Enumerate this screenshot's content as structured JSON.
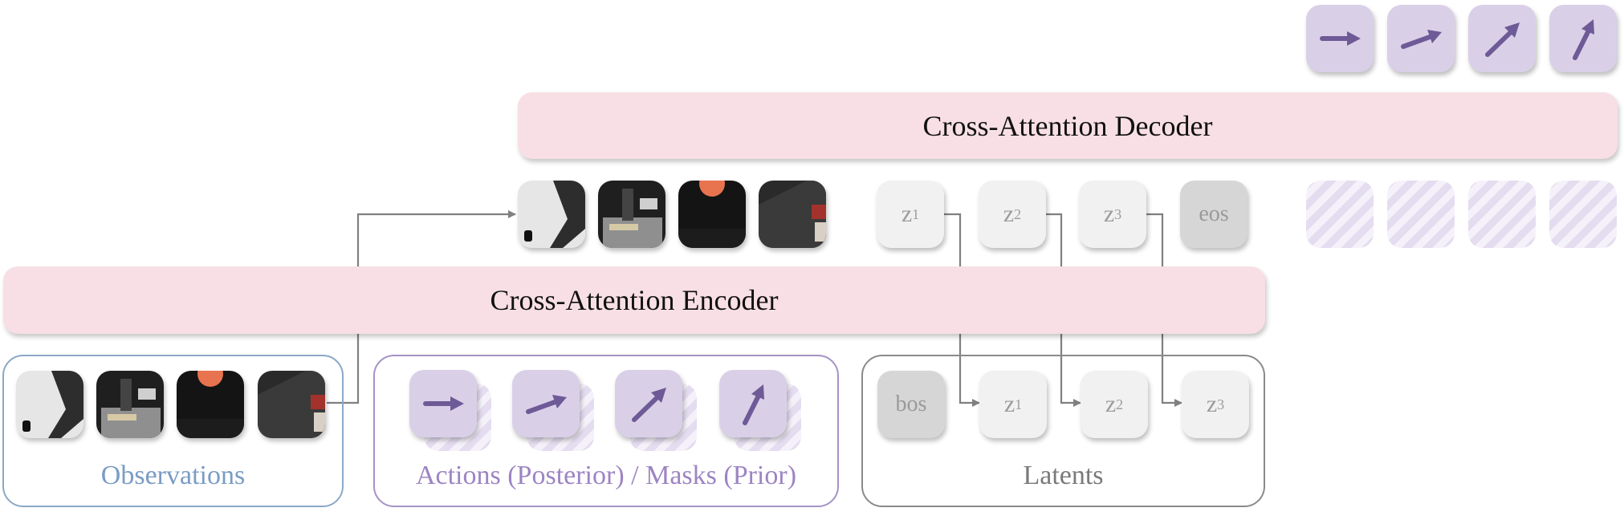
{
  "decoder": {
    "label": "Cross-Attention Decoder"
  },
  "encoder": {
    "label": "Cross-Attention Encoder"
  },
  "groups": {
    "observations": "Observations",
    "actions": "Actions (Posterior) / Masks (Prior)",
    "latents": "Latents"
  },
  "tokens": {
    "bos": "bos",
    "eos": "eos",
    "z_letter": "z",
    "z_indices": [
      "1",
      "2",
      "3"
    ]
  },
  "colors": {
    "bar_fill": "#f7dfe5",
    "action_fill": "#d9d0e8",
    "action_arrow": "#6e5a96",
    "observations_border": "#8ba8c6",
    "actions_border": "#a493c6",
    "latents_border": "#8a8a8a",
    "wire": "#808080"
  },
  "icons": {
    "action_arrow": "arrow-icon",
    "mask": "hatched-mask-icon",
    "observation": "camera-frame-thumbnail"
  }
}
